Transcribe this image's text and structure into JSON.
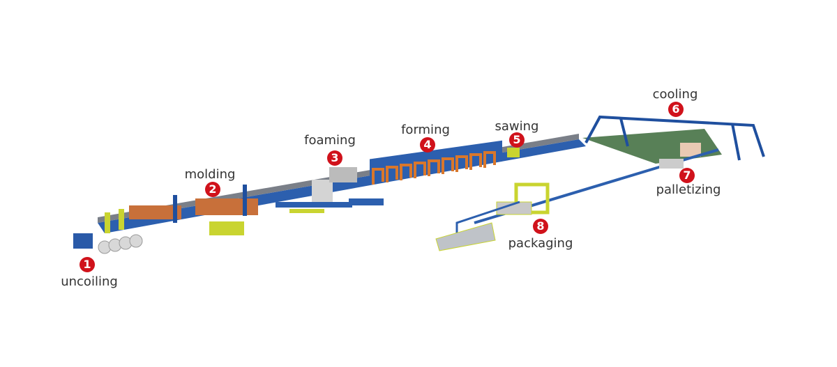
{
  "colors": {
    "badge": "#d0121b",
    "frame": "#1f4f9e",
    "forming_arch": "#d9772b",
    "accent_green": "#c9d430",
    "label": "#333333"
  },
  "stages": [
    {
      "number": "1",
      "label": "uncoiling"
    },
    {
      "number": "2",
      "label": "molding"
    },
    {
      "number": "3",
      "label": "foaming"
    },
    {
      "number": "4",
      "label": "forming"
    },
    {
      "number": "5",
      "label": "sawing"
    },
    {
      "number": "6",
      "label": "cooling"
    },
    {
      "number": "7",
      "label": "palletizing"
    },
    {
      "number": "8",
      "label": "packaging"
    }
  ]
}
